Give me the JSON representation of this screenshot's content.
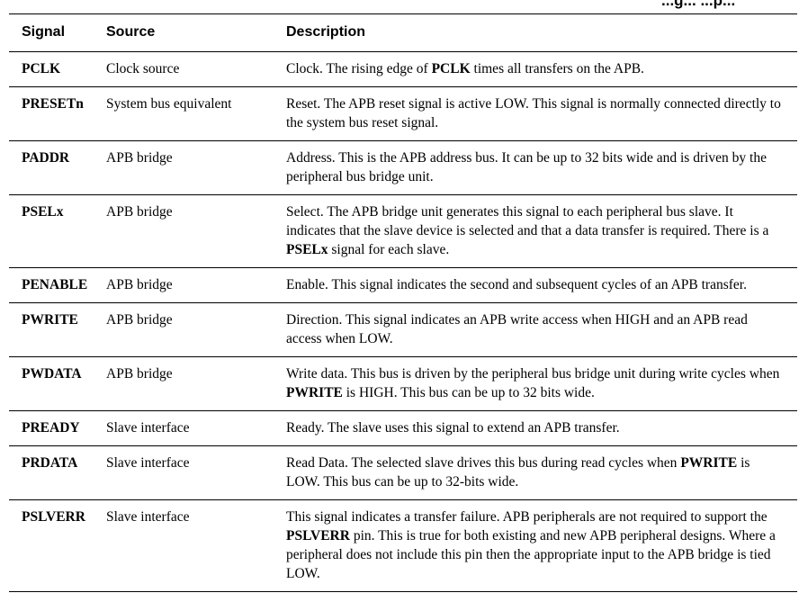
{
  "header_fragment": "...g... ...p...",
  "table": {
    "columns": [
      "Signal",
      "Source",
      "Description"
    ],
    "rows": [
      {
        "signal": "PCLK",
        "source": "Clock source",
        "description": [
          {
            "t": "Clock. The rising edge of "
          },
          {
            "t": "PCLK",
            "b": true
          },
          {
            "t": " times all transfers on the APB."
          }
        ]
      },
      {
        "signal": "PRESETn",
        "source": "System bus equivalent",
        "description": [
          {
            "t": "Reset. The APB reset signal is active LOW. This signal is normally connected directly to the system bus reset signal."
          }
        ]
      },
      {
        "signal": "PADDR",
        "source": "APB bridge",
        "description": [
          {
            "t": "Address. This is the APB address bus. It can be up to 32 bits wide and is driven by the peripheral bus bridge unit."
          }
        ]
      },
      {
        "signal": "PSELx",
        "source": "APB bridge",
        "description": [
          {
            "t": "Select. The APB bridge unit generates this signal to each peripheral bus slave. It indicates that the slave device is selected and that a data transfer is required. There is a "
          },
          {
            "t": "PSELx",
            "b": true
          },
          {
            "t": " signal for each slave."
          }
        ]
      },
      {
        "signal": "PENABLE",
        "source": "APB bridge",
        "description": [
          {
            "t": "Enable. This signal indicates the second and subsequent cycles of an APB transfer."
          }
        ]
      },
      {
        "signal": "PWRITE",
        "source": "APB bridge",
        "description": [
          {
            "t": "Direction. This signal indicates an APB write access when HIGH and an APB read access when LOW."
          }
        ]
      },
      {
        "signal": "PWDATA",
        "source": "APB bridge",
        "description": [
          {
            "t": "Write data. This bus is driven by the peripheral bus bridge unit during write cycles when "
          },
          {
            "t": "PWRITE",
            "b": true
          },
          {
            "t": " is HIGH. This bus can be up to 32 bits wide."
          }
        ]
      },
      {
        "signal": "PREADY",
        "source": "Slave interface",
        "description": [
          {
            "t": "Ready. The slave uses this signal to extend an APB transfer."
          }
        ]
      },
      {
        "signal": "PRDATA",
        "source": "Slave interface",
        "description": [
          {
            "t": "Read Data. The selected slave drives this bus during read cycles when "
          },
          {
            "t": "PWRITE",
            "b": true
          },
          {
            "t": " is LOW. This bus can be up to 32-bits wide."
          }
        ]
      },
      {
        "signal": "PSLVERR",
        "source": "Slave interface",
        "description": [
          {
            "t": "This signal indicates a transfer failure. APB peripherals are not required to support the "
          },
          {
            "t": "PSLVERR",
            "b": true
          },
          {
            "t": " pin. This is true for both existing and new APB peripheral designs. Where a peripheral does not include this pin then the appropriate input to the APB bridge is tied LOW."
          }
        ]
      }
    ]
  }
}
